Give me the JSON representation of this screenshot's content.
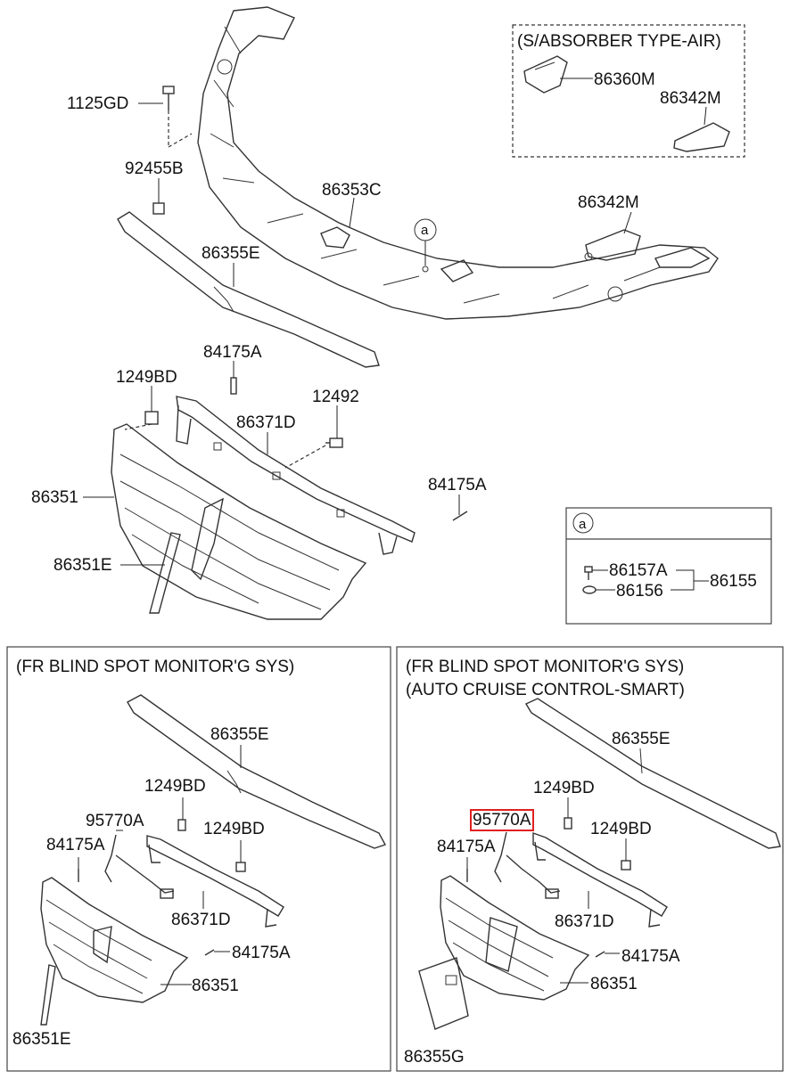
{
  "sections": {
    "top_right_box": "(S/ABSORBER TYPE-AIR)",
    "bottom_left_box": "(FR BLIND SPOT MONITOR'G SYS)",
    "bottom_right_box_line1": "(FR BLIND SPOT MONITOR'G SYS)",
    "bottom_right_box_line2": "(AUTO CRUISE CONTROL-SMART)"
  },
  "ref_marker": "a",
  "main_parts": {
    "p1125gd": "1125GD",
    "p92455b": "92455B",
    "p86353c": "86353C",
    "p86355e": "86355E",
    "p86342m": "86342M",
    "p84175a_top": "84175A",
    "p1249bd": "1249BD",
    "p12492": "12492",
    "p86371d": "86371D",
    "p86351": "86351",
    "p84175a_right": "84175A",
    "p86351e": "86351E"
  },
  "air_box_parts": {
    "p86360m": "86360M",
    "p86342m": "86342M"
  },
  "legend_a": {
    "p86157a": "86157A",
    "p86156": "86156",
    "p86155": "86155"
  },
  "bsm_parts": {
    "p86355e": "86355E",
    "p1249bd_a": "1249BD",
    "p95770a": "95770A",
    "p1249bd_b": "1249BD",
    "p84175a_a": "84175A",
    "p86371d": "86371D",
    "p84175a_b": "84175A",
    "p86351": "86351",
    "p86351e": "86351E"
  },
  "scc_parts": {
    "p86355e": "86355E",
    "p1249bd_a": "1249BD",
    "p95770a": "95770A",
    "p1249bd_b": "1249BD",
    "p84175a_a": "84175A",
    "p86371d": "86371D",
    "p84175a_b": "84175A",
    "p86351": "86351",
    "p86355g": "86355G"
  },
  "highlight_color": "#e02020"
}
